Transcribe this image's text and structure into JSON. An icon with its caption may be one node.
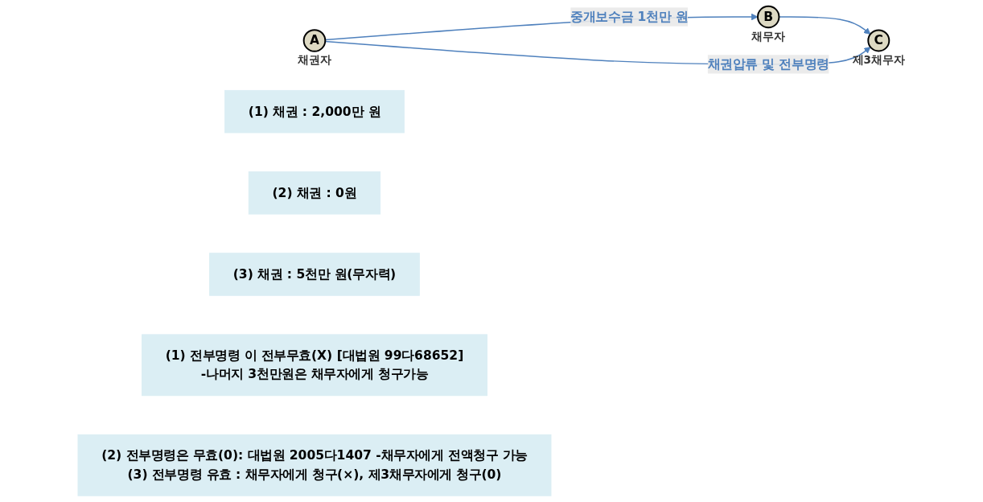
{
  "diagram": {
    "nodes": [
      {
        "text": [
          "A"
        ],
        "beside": [
          "채권자"
        ]
      },
      {
        "text": [
          "B"
        ],
        "beside": [
          "채무자"
        ]
      },
      {
        "text": [
          "C"
        ],
        "beside": [
          "제3채무자"
        ]
      },
      {
        "text": [
          "(1) 채권 : 2,000만 원"
        ]
      },
      {
        "text": [
          "(2) 채권 : 0원"
        ]
      },
      {
        "text": [
          "(3) 채권 : 5천만 원(무자력)"
        ]
      },
      {
        "text": [
          "(1) 전부명령 이 전부무효(X) [대법원 99다68652]",
          "-나머지 3천만원은 채무자에게 청구가능"
        ]
      },
      {
        "text": [
          "(2) 전부명령은 무효(0): 대법원 2005다1407 -채무자에게 전액청구 가능",
          "(3) 전부명령 유효 : 채무자에게 청구(×), 제3채무자에게 청구(0)"
        ]
      }
    ],
    "edges": [
      {
        "from": 0,
        "to": 1,
        "arrow": "to",
        "label": "중개보수금 1천만 원"
      },
      {
        "from": 1,
        "to": 2,
        "arrow": "to"
      },
      {
        "from": 0,
        "to": 2,
        "arrow": "to",
        "label": "채권압류 및 전부명령"
      }
    ]
  }
}
